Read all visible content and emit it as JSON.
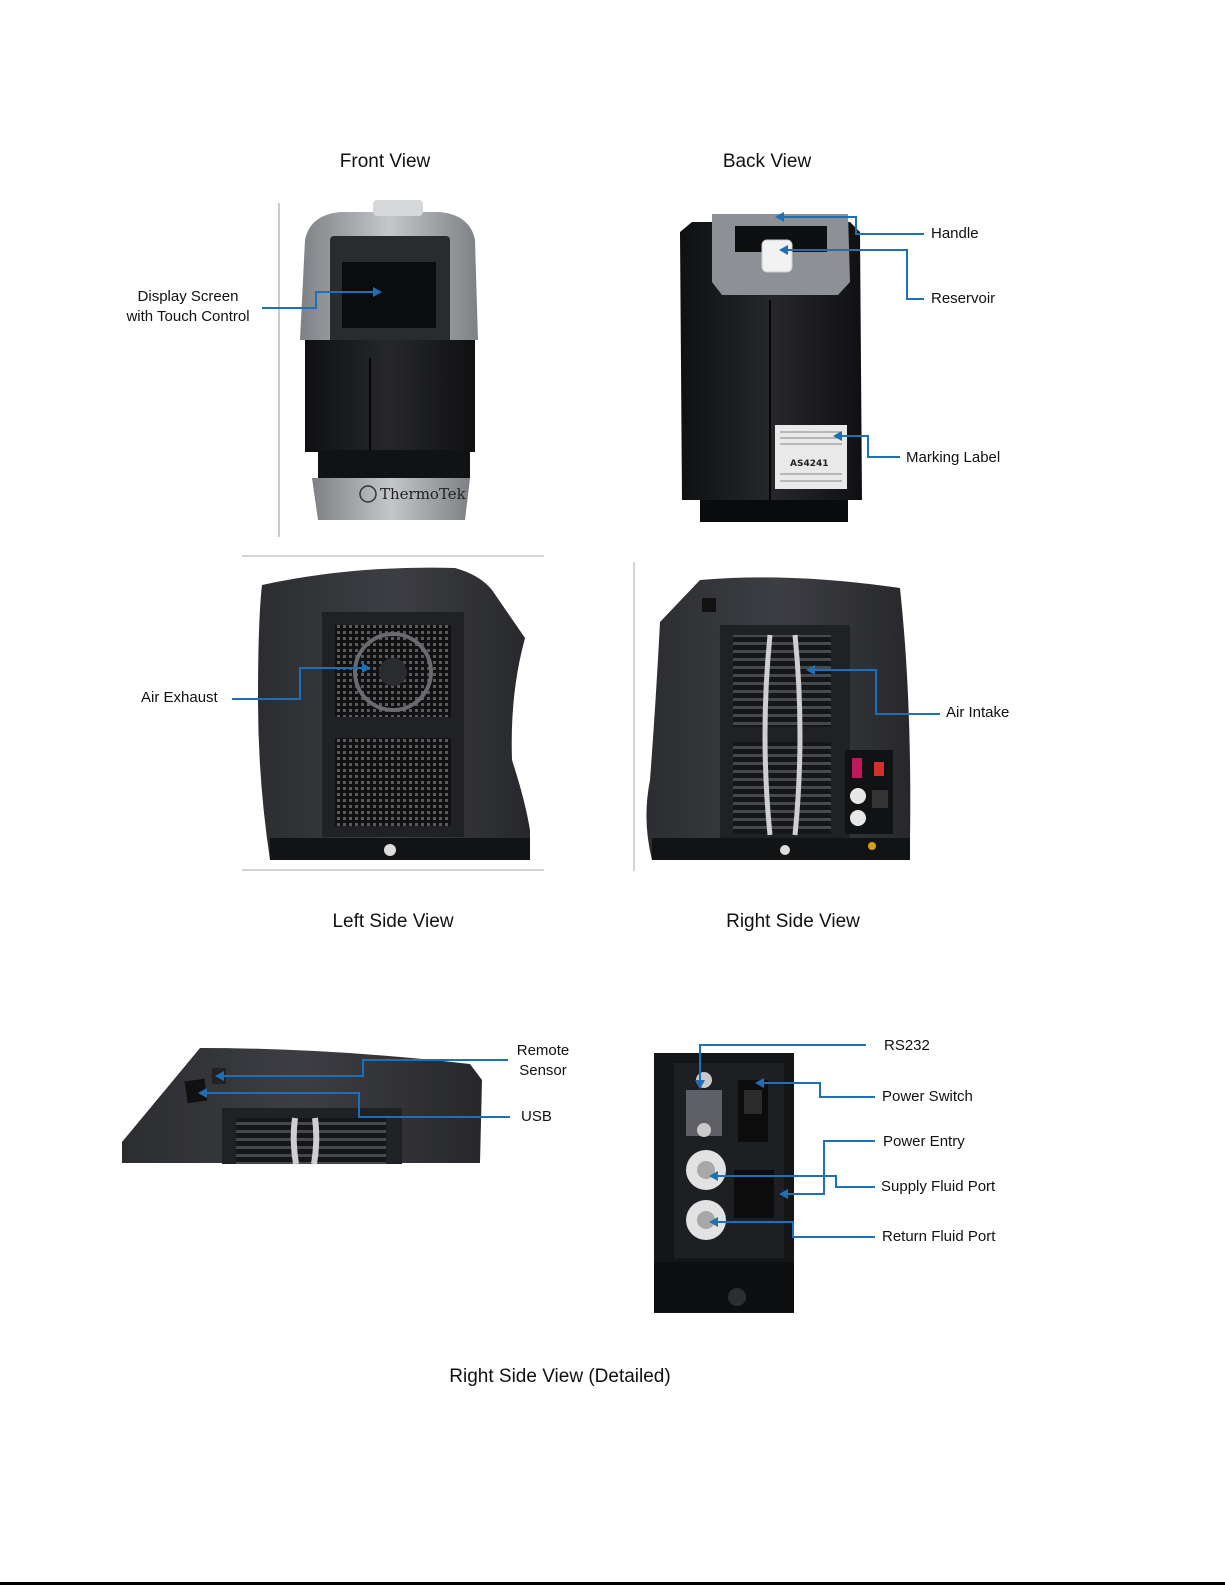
{
  "titles": {
    "front": "Front View",
    "back": "Back View",
    "left": "Left Side View",
    "right": "Right Side View",
    "right_detailed": "Right Side View (Detailed)"
  },
  "callouts": {
    "display_line1": "Display Screen",
    "display_line2": "with Touch Control",
    "handle": "Handle",
    "reservoir": "Reservoir",
    "marking_label": "Marking Label",
    "air_exhaust": "Air Exhaust",
    "air_intake": "Air Intake",
    "remote_line1": "Remote",
    "remote_line2": "Sensor",
    "usb": "USB",
    "rs232": "RS232",
    "power_switch": "Power Switch",
    "power_entry": "Power Entry",
    "supply_fluid_port": "Supply Fluid Port",
    "return_fluid_port": "Return Fluid Port"
  },
  "branding": {
    "logo_text": "ThermoTek",
    "label_code": "AS4241"
  },
  "colors": {
    "leader": "#1e6fb5",
    "body_dark": "#1c1d20",
    "body_mid": "#3a3b3f",
    "bezel": "#9c9fa3"
  }
}
